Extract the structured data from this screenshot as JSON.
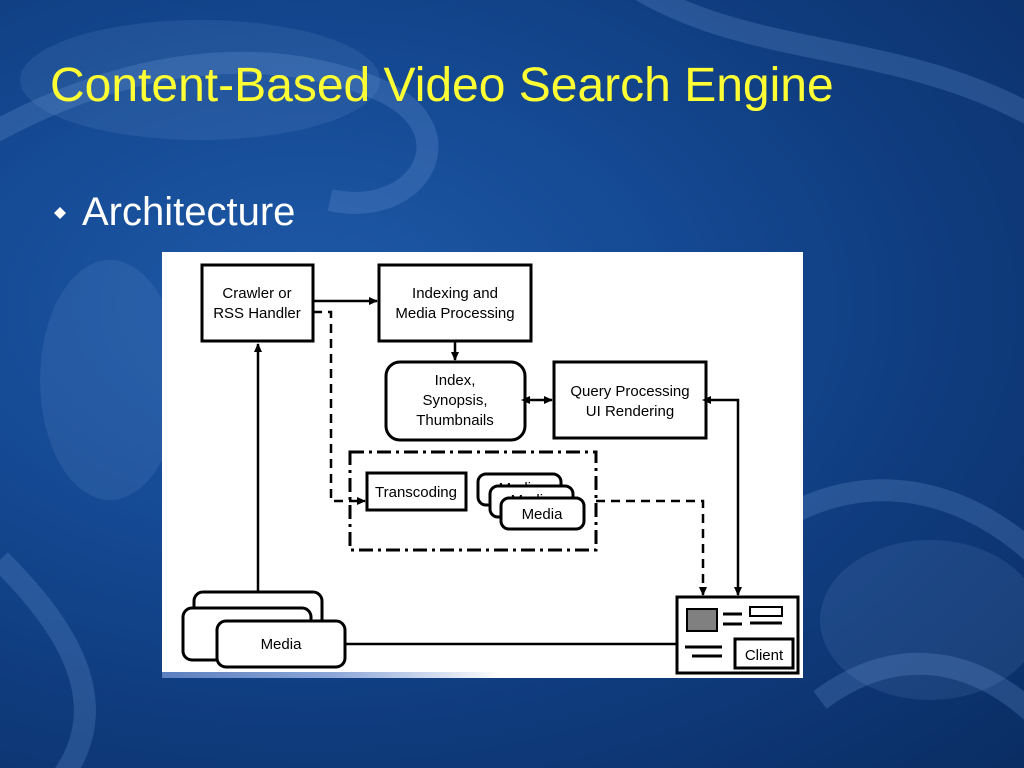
{
  "slide": {
    "title": "Content-Based Video Search Engine",
    "bullet": "Architecture"
  },
  "diagram": {
    "crawler": [
      "Crawler or",
      "RSS Handler"
    ],
    "indexing": [
      "Indexing and",
      "Media Processing"
    ],
    "index_store": [
      "Index,",
      "Synopsis,",
      "Thumbnails"
    ],
    "query": [
      "Query Processing",
      "UI Rendering"
    ],
    "transcoding": "Transcoding",
    "media_stack_label": "Media",
    "media_stack_hidden_1": "Media",
    "media_stack_hidden_2": "Media",
    "media_source": "Media",
    "client": "Client"
  },
  "colors": {
    "title": "#ffff33",
    "bullet_text": "#ffffff",
    "bullet_marker": "#ffffff",
    "background": "#154a94"
  },
  "icons": {
    "bullet": "diamond-icon",
    "client_screen": "monitor-icon"
  }
}
